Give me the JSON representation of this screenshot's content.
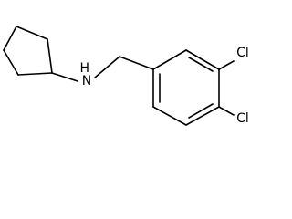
{
  "atoms": {
    "nitrogen_label": "H\nN",
    "chlorine_top_label": "Cl",
    "chlorine_bottom_label": "Cl"
  },
  "colors": {
    "bond": "#000000",
    "background": "#ffffff"
  }
}
